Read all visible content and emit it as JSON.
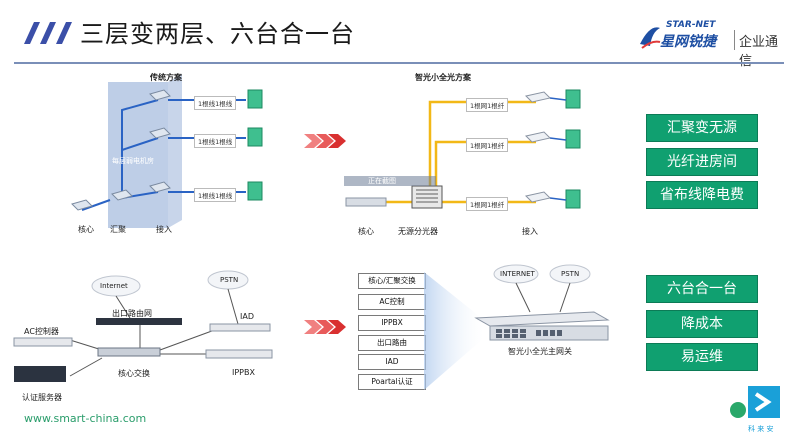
{
  "title": "三层变两层、六台合一台",
  "logo": {
    "en": "STAR-NET",
    "cn": "星网锐捷",
    "right": "企业通信"
  },
  "upper": {
    "traditional": {
      "heading": "传统方案",
      "machine_room": "每层弱电机房",
      "link_label": "1根线1根线",
      "core": "核心",
      "aggregation": "汇聚",
      "access": "接入"
    },
    "smart": {
      "heading": "智光小全光方案",
      "link_label": "1根网1根纤",
      "watermark": "正在截图",
      "core": "核心",
      "splitter": "无源分光器",
      "access": "接入"
    }
  },
  "benefits_top": [
    "汇聚变无源",
    "光纤进房间",
    "省布线降电费"
  ],
  "lower": {
    "traditional": {
      "internet": "Internet",
      "pstn": "PSTN",
      "router": "出口路由网",
      "iad": "IAD",
      "ac_controller": "AC控制器",
      "core_switch": "核心交换",
      "ippbx": "IPPBX",
      "auth_server": "认证服务器"
    },
    "functions": [
      "核心/汇聚交换",
      "AC控制",
      "IPPBX",
      "出口路由",
      "IAD",
      "Poartal认证"
    ],
    "smart": {
      "internet": "INTERNET",
      "pstn": "PSTN",
      "device_label": "智光小全光主网关"
    }
  },
  "benefits_bottom": [
    "六台合一台",
    "降成本",
    "易运维"
  ],
  "footer": {
    "url": "www.smart-china.com",
    "corner_logo_text": "科 来 安"
  },
  "colors": {
    "green": "#10a070",
    "fiber": "#f2b817",
    "cable": "#2a63c4",
    "accent_red": "#e03a3a",
    "title_bar": "#3b4fa8"
  }
}
